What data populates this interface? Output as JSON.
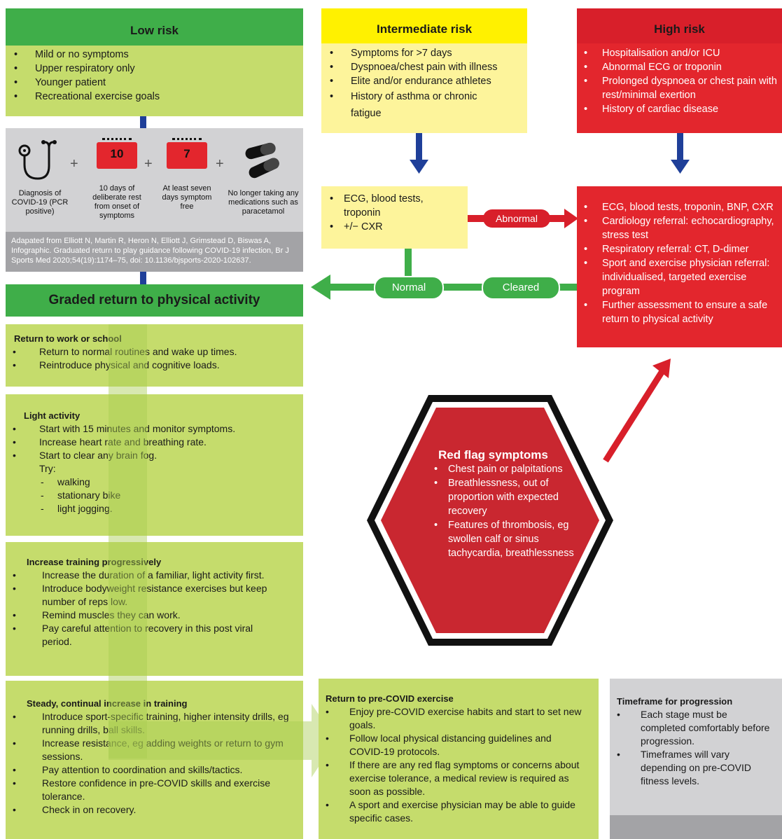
{
  "low_risk": {
    "title": "Low risk",
    "items": [
      "Mild or no symptoms",
      "Upper respiratory only",
      "Younger patient",
      "Recreational exercise goals"
    ]
  },
  "intermediate_risk": {
    "title": "Intermediate risk",
    "items": [
      "Symptoms for >7 days",
      "Dyspnoea/chest pain with illness",
      "Elite and/or endurance athletes",
      "History of asthma or chronic fatigue"
    ]
  },
  "high_risk": {
    "title": "High risk",
    "items": [
      "Hospitalisation and/or ICU",
      "Abnormal ECG or troponin",
      "Prolonged dyspnoea or chest pain with rest/minimal exertion",
      "History of cardiac disease"
    ]
  },
  "criteria": {
    "items": [
      {
        "icon": "stethoscope-icon",
        "caption": "Diagnosis of COVID-19 (PCR positive)"
      },
      {
        "icon": "calendar-icon",
        "number": "10",
        "caption": "10 days of deliberate rest from onset of symptoms"
      },
      {
        "icon": "calendar-icon",
        "number": "7",
        "caption": "At least seven days symptom free"
      },
      {
        "icon": "pills-icon",
        "caption": "No longer taking any medications such as paracetamol"
      }
    ],
    "plus": "+",
    "citation": "Adapated from Elliott N, Martin R, Heron N, Elliott J, Grimstead D, Biswas A, Infographic. Graduated return to play guidance following COVID-19 infection, Br J Sports Med 2020;54(19):1174–75, doi: 10.1136/bjsports-2020-102637."
  },
  "intermediate_tests": {
    "items": [
      "ECG, blood tests, troponin",
      "+/− CXR"
    ]
  },
  "high_tests": {
    "items": [
      "ECG, blood tests, troponin, BNP, CXR",
      "Cardiology referral: echocardiography, stress test",
      "Respiratory referral: CT, D-dimer",
      "Sport and exercise physician referral: individualised, targeted exercise program",
      "Further assessment to ensure a safe return to physical activity"
    ]
  },
  "arrows": {
    "abnormal": "Abnormal",
    "normal": "Normal",
    "cleared": "Cleared"
  },
  "graded_return": {
    "title": "Graded return to physical activity"
  },
  "stage_work": {
    "title": "Return to work or school",
    "items": [
      "Return to normal routines and wake up times.",
      "Reintroduce physical and cognitive loads."
    ]
  },
  "stage_light": {
    "title": "Light activity",
    "items": [
      "Start with 15 minutes and monitor symptoms.",
      "Increase heart rate and breathing rate.",
      "Start to clear any brain fog."
    ],
    "try_label": "Try:",
    "try_items": [
      "walking",
      "stationary bike",
      "light jogging."
    ]
  },
  "stage_increase": {
    "title": "Increase training progressively",
    "items": [
      "Increase the duration of a familiar, light activity first.",
      "Introduce bodyweight resistance exercises but keep number of reps low.",
      "Remind muscles they can work.",
      "Pay careful attention to recovery in this post viral period."
    ]
  },
  "stage_steady": {
    "title": "Steady, continual increase in training",
    "items": [
      "Introduce sport-specific training, higher intensity drills, eg running drills, ball skills.",
      "Increase resistance, eg adding weights or return to gym sessions.",
      "Pay attention to coordination and skills/tactics.",
      "Restore confidence in pre-COVID skills and exercise tolerance.",
      "Check in on recovery."
    ]
  },
  "stage_precovid": {
    "title": "Return to pre-COVID exercise",
    "items": [
      "Enjoy pre-COVID exercise habits and start to set new goals.",
      "Follow local physical distancing guidelines and COVID-19 protocols.",
      "If there are any red flag symptoms or concerns about exercise tolerance, a medical review is required as soon as possible.",
      "A sport and exercise physician may be able to guide specific cases."
    ]
  },
  "timeframe": {
    "title": "Timeframe for progression",
    "items": [
      "Each stage must be completed comfortably before progression.",
      "Timeframes will vary depending on pre-COVID fitness levels."
    ]
  },
  "red_flag": {
    "title": "Red flag symptoms",
    "items": [
      "Chest pain or palpitations",
      "Breathlessness, out of proportion with expected recovery",
      "Features of thrombosis, eg swollen calf or sinus tachycardia, breathlessness"
    ]
  },
  "colors": {
    "green": "#3fae49",
    "lime": "#c5dc6c",
    "yellow": "#fff100",
    "pale_yellow": "#fdf49b",
    "red": "#e3262d",
    "navy": "#1f3f99",
    "grey": "#d2d2d4"
  }
}
